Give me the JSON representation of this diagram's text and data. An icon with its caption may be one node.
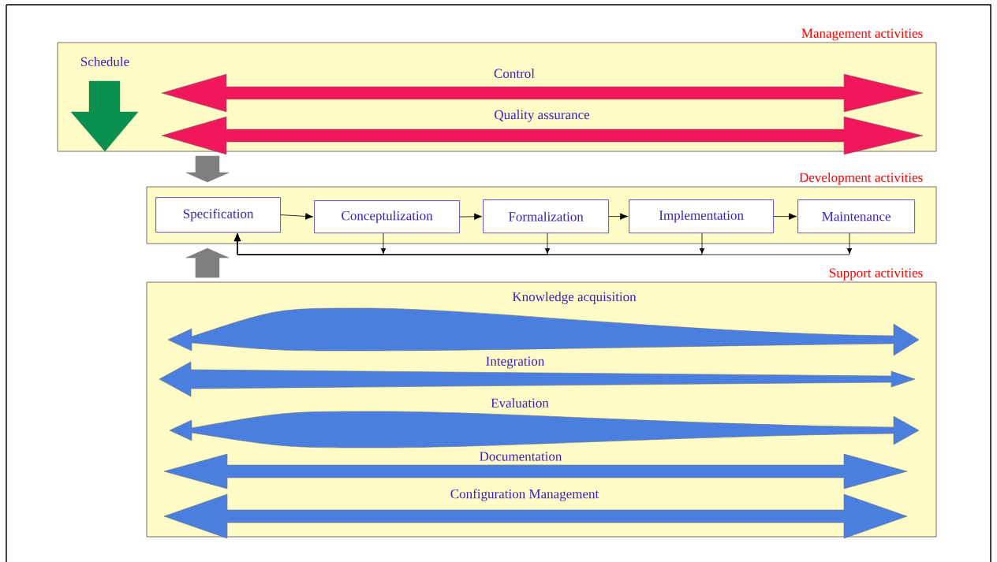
{
  "diagram": {
    "nodes": [
      {
        "text": [
          "Management activities"
        ]
      },
      {
        "text": [
          "Development activities"
        ]
      },
      {
        "text": [
          "Specification"
        ],
        "in": 1
      },
      {
        "text": [
          "Conceptulization"
        ],
        "in": 1
      },
      {
        "text": [
          "Formalization"
        ],
        "in": 1
      },
      {
        "text": [
          "Implementation"
        ],
        "in": 1
      },
      {
        "text": [
          "Maintenance"
        ],
        "in": 1
      },
      {
        "text": [
          "Support activities"
        ]
      }
    ],
    "edges": [
      {
        "from": 2,
        "to": 3,
        "arrow": "to"
      },
      {
        "from": 3,
        "to": 4,
        "arrow": "to"
      },
      {
        "from": 4,
        "to": 5,
        "arrow": "to"
      },
      {
        "from": 5,
        "to": 6,
        "arrow": "to"
      },
      {
        "from": 3,
        "to": 2,
        "arrow": "to"
      },
      {
        "from": 4,
        "to": 2,
        "arrow": "to"
      },
      {
        "from": 5,
        "to": 2,
        "arrow": "to"
      },
      {
        "from": 6,
        "to": 2,
        "arrow": "to"
      },
      {
        "from": 0,
        "to": 1,
        "arrow": "to",
        "style": "thick",
        "color": "#7f7f7f"
      },
      {
        "from": 7,
        "to": 1,
        "arrow": "to",
        "style": "thick",
        "color": "#7f7f7f"
      }
    ],
    "labels": [
      "Schedule",
      "Control",
      "Quality assurance",
      "Knowledge acquisition",
      "Integration",
      "Evaluation",
      "Documentation",
      "Configuration Management"
    ]
  }
}
